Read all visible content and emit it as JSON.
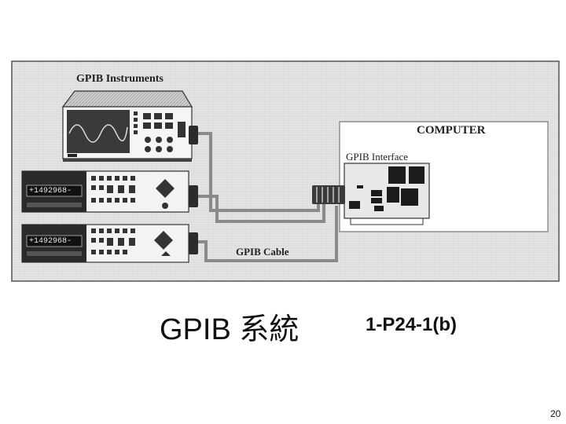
{
  "diagram": {
    "instruments_label": "GPIB Instruments",
    "computer_label": "COMPUTER",
    "interface_label": "GPIB Interface",
    "cable_label": "GPIB Cable",
    "instrument_displays": [
      "+1492968-",
      "+1492968-"
    ]
  },
  "caption": {
    "title": "GPIB 系統",
    "code": "1-P24-1(b)"
  },
  "page_number": "20",
  "colors": {
    "panel_bg": "#e2e2e2",
    "instrument_dark": "#2a2a2a",
    "cable": "#8a8a8a"
  }
}
